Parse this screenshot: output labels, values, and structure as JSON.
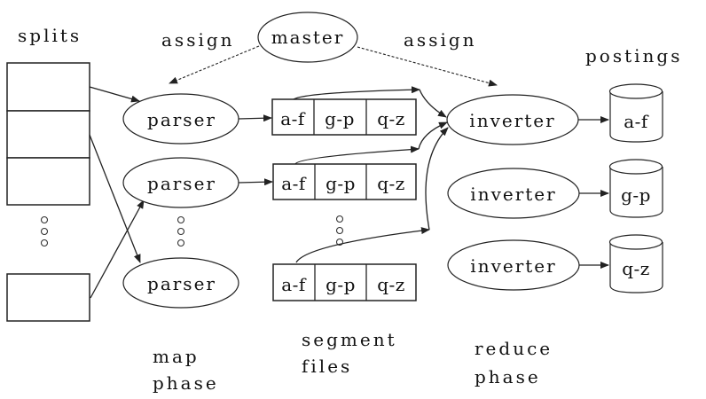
{
  "title": "Distributed indexing with MapReduce",
  "labels": {
    "splits": "splits",
    "assign_left": "assign",
    "assign_right": "assign",
    "postings": "postings",
    "map_phase_line1": "map",
    "map_phase_line2": "phase",
    "segment_files_line1": "segment",
    "segment_files_line2": "files",
    "reduce_phase_line1": "reduce",
    "reduce_phase_line2": "phase"
  },
  "master": {
    "label": "master"
  },
  "splits": {
    "visible_count": 4,
    "ellipsis": "ooo"
  },
  "parsers": [
    {
      "label": "parser"
    },
    {
      "label": "parser"
    },
    {
      "label": "parser"
    }
  ],
  "segment_files": [
    {
      "cells": [
        "a-f",
        "g-p",
        "q-z"
      ]
    },
    {
      "cells": [
        "a-f",
        "g-p",
        "q-z"
      ]
    },
    {
      "cells": [
        "a-f",
        "g-p",
        "q-z"
      ]
    }
  ],
  "inverters": [
    {
      "label": "inverter"
    },
    {
      "label": "inverter"
    },
    {
      "label": "inverter"
    }
  ],
  "postings": [
    {
      "label": "a-f"
    },
    {
      "label": "g-p"
    },
    {
      "label": "q-z"
    }
  ],
  "edges": [
    {
      "from": "master",
      "to": "parser-1",
      "style": "dashed",
      "label": "assign"
    },
    {
      "from": "master",
      "to": "inverter-1",
      "style": "dashed",
      "label": "assign"
    },
    {
      "from": "split-1",
      "to": "parser-1",
      "style": "solid"
    },
    {
      "from": "split-2",
      "to": "parser-3",
      "style": "solid"
    },
    {
      "from": "split-last",
      "to": "parser-2",
      "style": "solid"
    },
    {
      "from": "parser-1",
      "to": "segment-1",
      "style": "solid"
    },
    {
      "from": "parser-2",
      "to": "segment-2",
      "style": "solid"
    },
    {
      "from": "segment-1.a-f",
      "to": "inverter-1",
      "style": "solid"
    },
    {
      "from": "segment-2.a-f",
      "to": "inverter-1",
      "style": "solid"
    },
    {
      "from": "segment-3.a-f",
      "to": "inverter-1",
      "style": "solid"
    },
    {
      "from": "inverter-1",
      "to": "postings-a-f",
      "style": "solid"
    },
    {
      "from": "inverter-2",
      "to": "postings-g-p",
      "style": "solid"
    },
    {
      "from": "inverter-3",
      "to": "postings-q-z",
      "style": "solid"
    }
  ]
}
